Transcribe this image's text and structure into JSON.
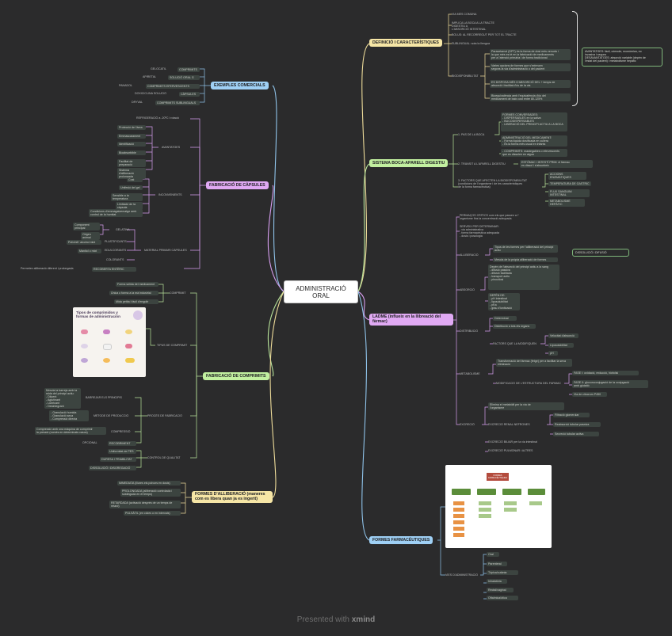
{
  "root": "ADMINISTRACIÓ\nORAL",
  "footer": {
    "prefix": "Presented with",
    "brand": "xmind"
  },
  "colors": {
    "background": "#2b2b2c",
    "blue": "#9fd0f5",
    "purple": "#e0a9f3",
    "yellow": "#f6e6a6",
    "green": "#c2f0a0",
    "node": "#3c4440"
  },
  "branches": {
    "exemples": {
      "title": "EXEMPLES COMERCIALS",
      "rows": [
        {
          "a": "GELOCATIL",
          "b": "COMPRIMITS"
        },
        {
          "a": "APIRETAL",
          "b": "SOLUCIÓ ORAL G"
        },
        {
          "a": "PANADOL",
          "b": "COMPRIMITS EFERVESCENTS"
        },
        {
          "a": "DOXICICLINA SOLUCIÓ",
          "b": "CÀPSULES"
        },
        {
          "a": "DRYVAL",
          "b": "COMPRIMITS SUBLINGUALS"
        }
      ]
    },
    "capsules": {
      "title": "FABRICACIÓ DE CÀPSULES",
      "top": "REFRIGERACIÓ a -20ºC i rotació",
      "avantatges_label": "AVANTATGES",
      "avantatges": [
        "Protecció de l'àrea",
        "Emmascarament",
        "Identificació",
        "Bioabsorbible",
        "Facilitat de preparació",
        "Sistema d'alliberació prolongada"
      ],
      "inconv_label": "INCONVENIENTS",
      "inconv": [
        "Cost",
        "Unifesió del gel",
        "Sensible a la temperatura",
        "Limitació de la càpsula",
        "Condicions d'emmagatzematge amb control de la humitat"
      ],
      "material_label": "MATERIAL PRIMARI CÀPSULES",
      "material_top": "GELATINA",
      "material_top_items": [
        "Component principal",
        "Origen animal"
      ],
      "material": [
        {
          "a": "Polivinil·l alcohol mixt",
          "b": "PLASTIFICANTS"
        },
        {
          "a": "Manitol o mixt",
          "b": "EDULCORANTS"
        },
        {
          "a": "",
          "b": "COLORANTS"
        }
      ],
      "bottom_a": "Permeten alliberació diferent i prolongada",
      "bottom_b": "RECOBERTA ENTÈRIC"
    },
    "comprimits": {
      "title": "FABRICACIÓ DE COMPRIMITS",
      "comprimit_label": "COMPRIMIT",
      "comprimit": [
        "Forma sòlida del medicament",
        "Única o forma a la mà industrial",
        "Mida petita i fàcil d'engolir"
      ],
      "tipus_label": "TIPUS DE COMPRIMIT",
      "image_title": "Tipos de comprimidos y formas de administración",
      "proces_label": "PROCÉS DE FABRICACIÓ",
      "proces": [
        {
          "a": "Mescla la barreja amb la mida del principi actiu:\n- Diluent\n- Aglutinant\n- Lubricant\n- Desintegrant",
          "b": "BARREJAR ELS PRINCIPIS"
        },
        {
          "a": "- Granulació humida\n- Granulació seca\n- Compressió directa",
          "b": "MÈTODE DE PRODUCCIÓ"
        },
        {
          "a": "Compressió amb una màquina de comprimir\nla pressió (només en determinats casos)",
          "b": "COMPRESSIÓ"
        },
        {
          "a": "OPCIONAL",
          "b": "RECOBRIMENT"
        }
      ],
      "control_label": "CONTROL DE QUALITAT",
      "control": [
        "Uniformitat de PES",
        "DURESA I FRIABILITAT",
        "DISSOLUCIÓ i DISGREGACIÓ"
      ]
    },
    "formes_alliberacio": {
      "title": "FORMES D'ALLIBERACIÓ (maneres com es libera quan ja es ingerit)",
      "items": [
        "IMMEDIATA (lliures els polvors en dosis)",
        "PROLONGADA (alliberació controlada i sostinguda en el temps)",
        "RETARDADA (activació després de un temps de retard)",
        "PULSÀTIL (en cicles o en intervals)"
      ]
    },
    "definicio": {
      "title": "DEFINICIÓ I CARACTERÍSTIQUES",
      "items": [
        "VIA MÉS COMUNA",
        "IMPLICA LA BOCA A LA TRACTE DIGESTIU A\nL'ABSORCIÓ INTESTINAL",
        "BOLUS: AL RECORREGUT PER TOT EL TRACTE",
        "SUBLINGUAL: sota la llengua",
        "Paracetamol (DPT) és la forma de dosi més venuda i\nla que més es té en la fabricació de medicaments\nper a l'atenció primària i de forma tradicional",
        "Varies opcions de formes que s'extreuen\nsegons la via d'administració o del pacient",
        "ES DISPOSA MÉS D'ABSORCIÓ DEL + temps de\nabsorció i facilitat d'ús de la via",
        "Bioequivalència amb l'equivalència d'ús del\nmedicament de baix cost entre 80-125%"
      ],
      "sub_label": "BIODISPONIBILITAT",
      "callout": "AVANTATGES: fàcil, còmode, econòmica, no\ninvasiva i segura\nDESAVANTATGES: absorció variable (depèn de\nl'estat del pacient) i metabolisme hepàtic"
    },
    "sistema": {
      "title": "SISTEMA BOCA-APARELL DIGESTIU",
      "a_label": "1. PAS DE LA BOCA",
      "a_items": [
        "FORMES CONVERSADES:\n- DISPERSABLES en la saliva\n- BUCODISPERSABLES\n- LIBERACIÓ DEL PRINCIPI ACTIU A LA BOCA",
        "ADMINISTRACIÓ DEL MEDICAMENT:\n- Forma líquida dosificada en cullera\n- És la forma més usual en infants",
        "- COMPRIMITS: mastegables o efervescents\nque es dissolen en aigua"
      ],
      "b_label": "2. TRÀNSIT A L'APARELL DIGESTIU",
      "b_item": "ESTÓMAC i INTESTÍ PRIM: el fàrmac\nes dissol i s'absorbeix",
      "c_label": "3. FACTORS QUE AFECTEN LA BIODISPONIBILITAT\n(condicions de l'organisme i de les característiques\nde la forma farmacèutica)",
      "c_items": [
        "ACCIONS ENZIMÀTIQUES",
        "TEMPERATURA DE GASTRIC",
        "FLUX SANGUINI INTESTINAL",
        "METABOLISME HEPÀTIC"
      ]
    },
    "ladme": {
      "title": "LADME (influeix en la llibreació del fàrmac)",
      "intro": "PERMAÇOS CRÍTICS com els que passen a l'\norganisme fins la concentració adequada",
      "intro2": "SERVEIX PER DETERMINAR:\n- via administrativa\n- forma farmacèutica adequada\n- dosis i posologia",
      "alliberacio_label": "ALLIBERACIÓ",
      "alliberacio": [
        "Tipus de les formes per l'alliberació del principi actiu",
        "Mescla de la pròpia alliberació de formes"
      ],
      "alliberacio_callout": "DISSOLUCIÓ i DIFUSIÓ",
      "absorcio_label": "ABSORCIÓ",
      "absorcio": [
        "Depèn de l'absorció del principi actiu a la sang\n- difusió passiva\n- difusió facilitada\n- transport actiu\n- pinocitosi",
        "DEPÈN DE:\n- pH intestinal\n- liposolubilitat\n- pKa\n- grau d'ionització"
      ],
      "distribucio_label": "DISTRIBUCIÓ",
      "distribucio": [
        "Determinat",
        "Distribució a tots els òrgans"
      ],
      "dist_factors_label": "FACTORS QUE LA MODIFIQUEN",
      "dist_factors": [
        "Velocitat d'absorció",
        "Liposolubilitat",
        "pH"
      ],
      "metabolisme_label": "METABOLISME",
      "metabolisme": [
        "Transformació del fàrmac (fetge) per a facilitar la seva eliminació",
        "MODIFICACIÓ DE L'ESTRUCTURA DEL FÀRMAC"
      ],
      "metabolisme_sub": [
        "FASE I: oxidació, reducció, hidròlisi",
        "FASE II: glucuroconjugació de la conjugació\namb glutatió",
        "Via de citocrom P450"
      ],
      "excrecio_label": "EXCRECIÓ",
      "excrecio_top": "Elimina el metabòlit per la via de\nl'organisme",
      "excrecio_renal_label": "EXCRECIÓ RENAL NEFRONES",
      "excrecio_renal": [
        "Filtració glomerular",
        "Reabsorció tubular passiva",
        "Secreció tubular activa"
      ],
      "excrecio_other": [
        "EXCRECIÓ BILIAR per la via intestinal",
        "EXCRECIÓ PULMONAR i ALTRES"
      ]
    },
    "formes_farm": {
      "title": "FORMES FARMACÈUTIQUES",
      "image_title": "FORMES FARMACÈUTIQUES",
      "vies_label": "VIES D'ADMINISTRACIÓ",
      "vies": [
        "Oral",
        "Parenteral",
        "Tòpica/cutània",
        "Inhalatòria",
        "Rectal/vaginal",
        "Oftalmica/òtica"
      ]
    }
  }
}
